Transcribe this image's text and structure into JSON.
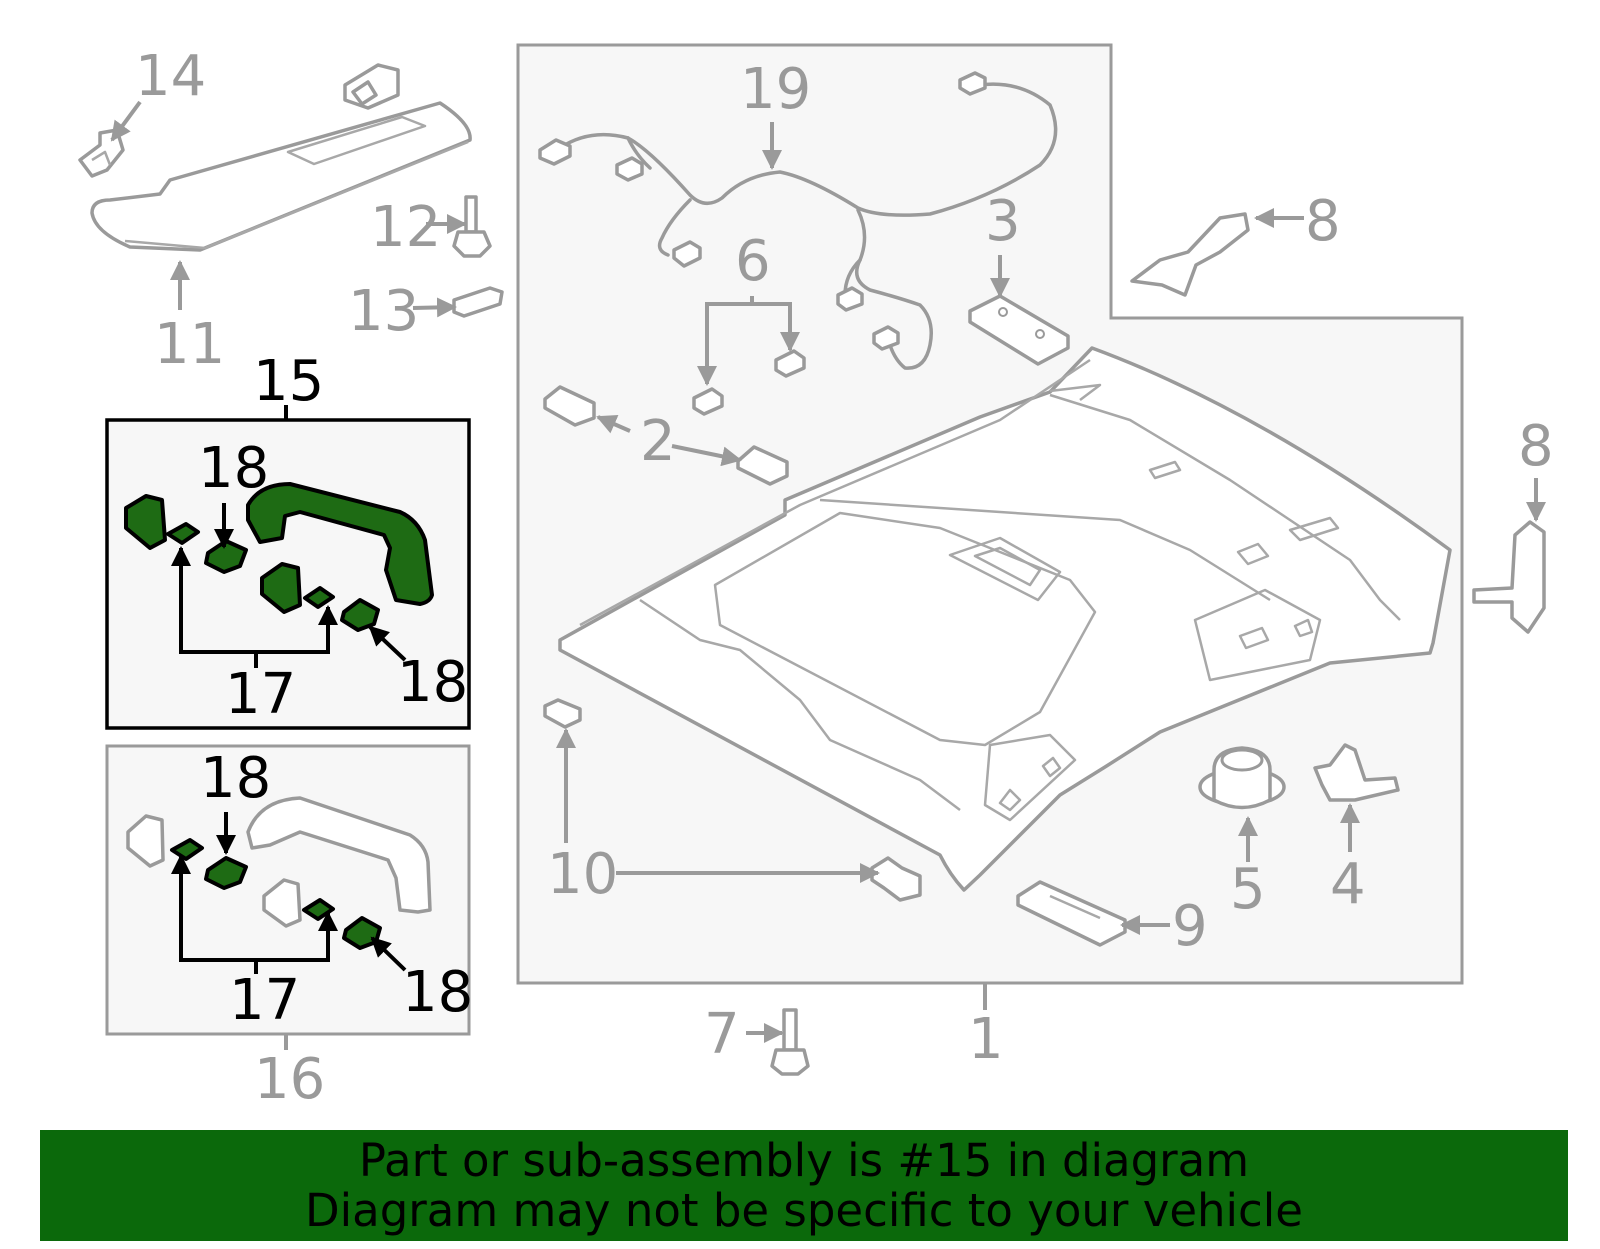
{
  "colors": {
    "highlight": "#1e6b14",
    "banner": "#0b690b",
    "part_line": "#9a9a9a",
    "selected_line": "#000000",
    "box_fill": "#f7f7f7"
  },
  "callouts": {
    "c1": "1",
    "c2": "2",
    "c3": "3",
    "c4": "4",
    "c5": "5",
    "c6": "6",
    "c7": "7",
    "c8a": "8",
    "c8b": "8",
    "c9": "9",
    "c10": "10",
    "c11": "11",
    "c12": "12",
    "c13": "13",
    "c14": "14",
    "c15": "15",
    "c16": "16",
    "c17a": "17",
    "c17b": "17",
    "c18a": "18",
    "c18b": "18",
    "c18c": "18",
    "c18d": "18",
    "c19": "19"
  },
  "highlighted_part": "15",
  "banner": {
    "line1": "Part or sub-assembly is #15 in diagram",
    "line2": "Diagram may not be specific to your vehicle"
  }
}
